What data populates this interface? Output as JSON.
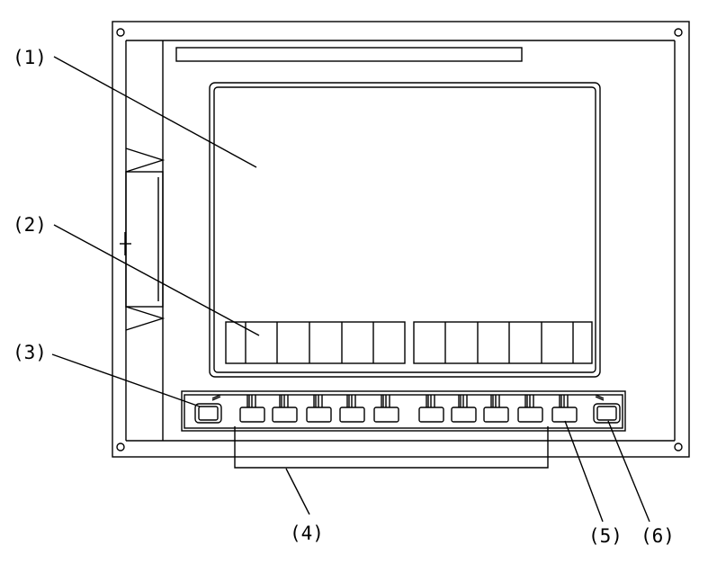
{
  "callouts": [
    {
      "id": "1",
      "label": "(1)"
    },
    {
      "id": "2",
      "label": "(2)"
    },
    {
      "id": "3",
      "label": "(3)"
    },
    {
      "id": "4",
      "label": "(4)"
    },
    {
      "id": "5",
      "label": "(5)"
    },
    {
      "id": "6",
      "label": "(6)"
    }
  ],
  "colors": {
    "line": "#000000",
    "background": "#ffffff"
  },
  "icons": {
    "mounting_screw": "circle-hole-icon"
  }
}
